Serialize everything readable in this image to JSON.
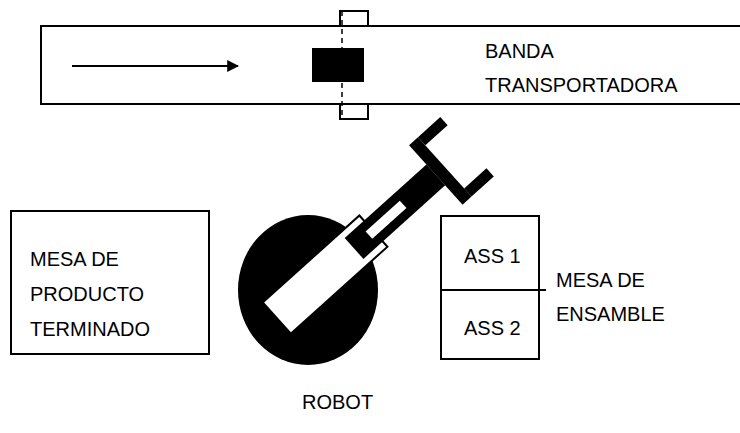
{
  "diagram": {
    "nodes": [
      {
        "text": [
          "BANDA TRANSPORTADORA"
        ]
      },
      {
        "text": [
          "MESA DE PRODUCTO TERMINADO"
        ]
      },
      {
        "text": [
          "ROBOT"
        ]
      },
      {
        "text": [
          "MESA DE ENSAMBLE"
        ]
      },
      {
        "text": [
          "ASS 1"
        ],
        "in": 3
      },
      {
        "text": [
          "ASS 2"
        ],
        "in": 3
      }
    ]
  }
}
